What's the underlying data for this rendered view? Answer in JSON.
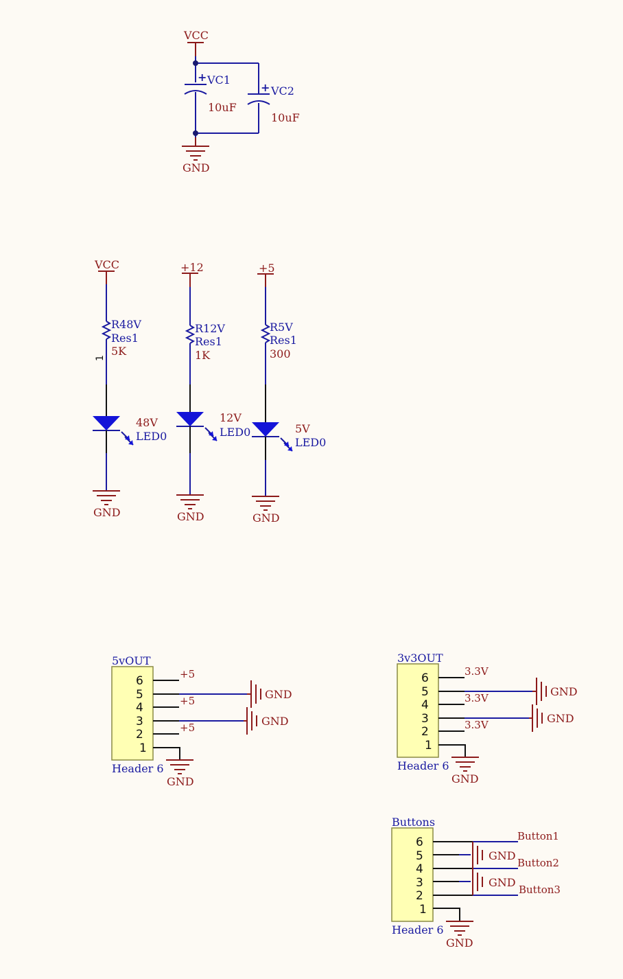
{
  "power_section": {
    "vcc": "VCC",
    "gnd": "GND",
    "caps": [
      {
        "designator": "VC1",
        "value": "10uF",
        "polarity": "+"
      },
      {
        "designator": "VC2",
        "value": "10uF",
        "polarity": "+"
      }
    ]
  },
  "led_section": {
    "branches": [
      {
        "rail": "VCC",
        "res_designator": "R48V",
        "res_type": "Res1",
        "res_value": "5K",
        "led_label": "48V",
        "led_designator": "LED0",
        "pin_mark": "1",
        "gnd": "GND"
      },
      {
        "rail": "+12",
        "res_designator": "R12V",
        "res_type": "Res1",
        "res_value": "1K",
        "led_label": "12V",
        "led_designator": "LED0",
        "gnd": "GND"
      },
      {
        "rail": "+5",
        "res_designator": "R5V",
        "res_type": "Res1",
        "res_value": "300",
        "led_label": "5V",
        "led_designator": "LED0",
        "gnd": "GND"
      }
    ]
  },
  "headers": {
    "h5v": {
      "name": "5vOUT",
      "type": "Header 6",
      "pins": [
        "6",
        "5",
        "4",
        "3",
        "2",
        "1"
      ],
      "nets": [
        "+5",
        "+5",
        "+5"
      ],
      "gnd": "GND"
    },
    "h3v3": {
      "name": "3v3OUT",
      "type": "Header 6",
      "pins": [
        "6",
        "5",
        "4",
        "3",
        "2",
        "1"
      ],
      "nets": [
        "3.3V",
        "3.3V",
        "3.3V"
      ],
      "gnd": "GND"
    },
    "buttons": {
      "name": "Buttons",
      "type": "Header 6",
      "pins": [
        "6",
        "5",
        "4",
        "3",
        "2",
        "1"
      ],
      "nets": [
        "Button1",
        "Button2",
        "Button3"
      ],
      "gnd": "GND"
    }
  },
  "colors": {
    "wire": "#1a1aa0",
    "power": "#8c1a1a",
    "header_fill": "#ffffb4",
    "background": "#fdfaf4"
  }
}
